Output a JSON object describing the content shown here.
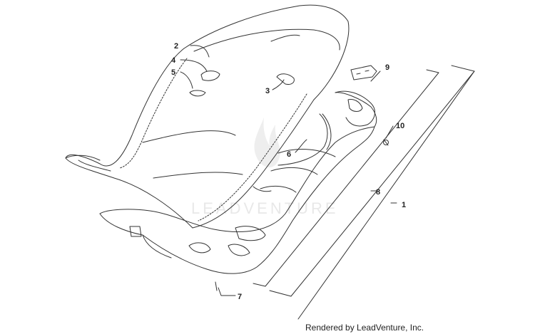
{
  "watermark": {
    "text": "LEADVENTURE"
  },
  "callouts": [
    {
      "id": "2",
      "label": "2"
    },
    {
      "id": "4",
      "label": "4"
    },
    {
      "id": "5",
      "label": "5"
    },
    {
      "id": "3",
      "label": "3"
    },
    {
      "id": "9",
      "label": "9"
    },
    {
      "id": "10",
      "label": "10"
    },
    {
      "id": "6",
      "label": "6"
    },
    {
      "id": "8",
      "label": "8"
    },
    {
      "id": "1",
      "label": "1"
    },
    {
      "id": "7",
      "label": "7"
    }
  ],
  "footer": {
    "credit": "Rendered by LeadVenture, Inc."
  },
  "colors": {
    "line": "#333333",
    "watermark": "#e6e6e6"
  }
}
